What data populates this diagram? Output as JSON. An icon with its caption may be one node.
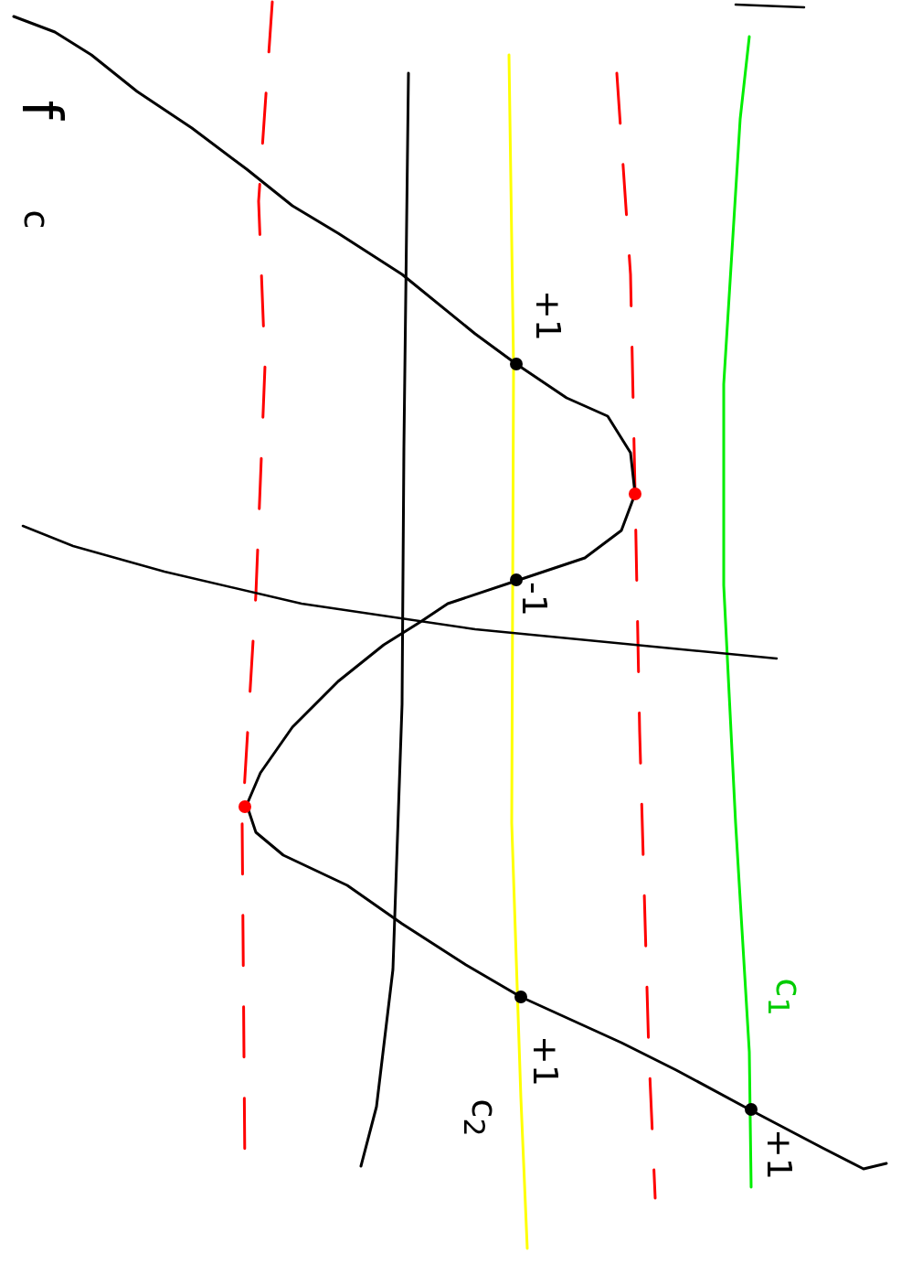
{
  "diagram": {
    "labels": [
      "f",
      "c",
      "+1",
      "-1",
      "+1",
      "+1",
      "c$_{1}$",
      "c$_{2}$"
    ]
  }
}
